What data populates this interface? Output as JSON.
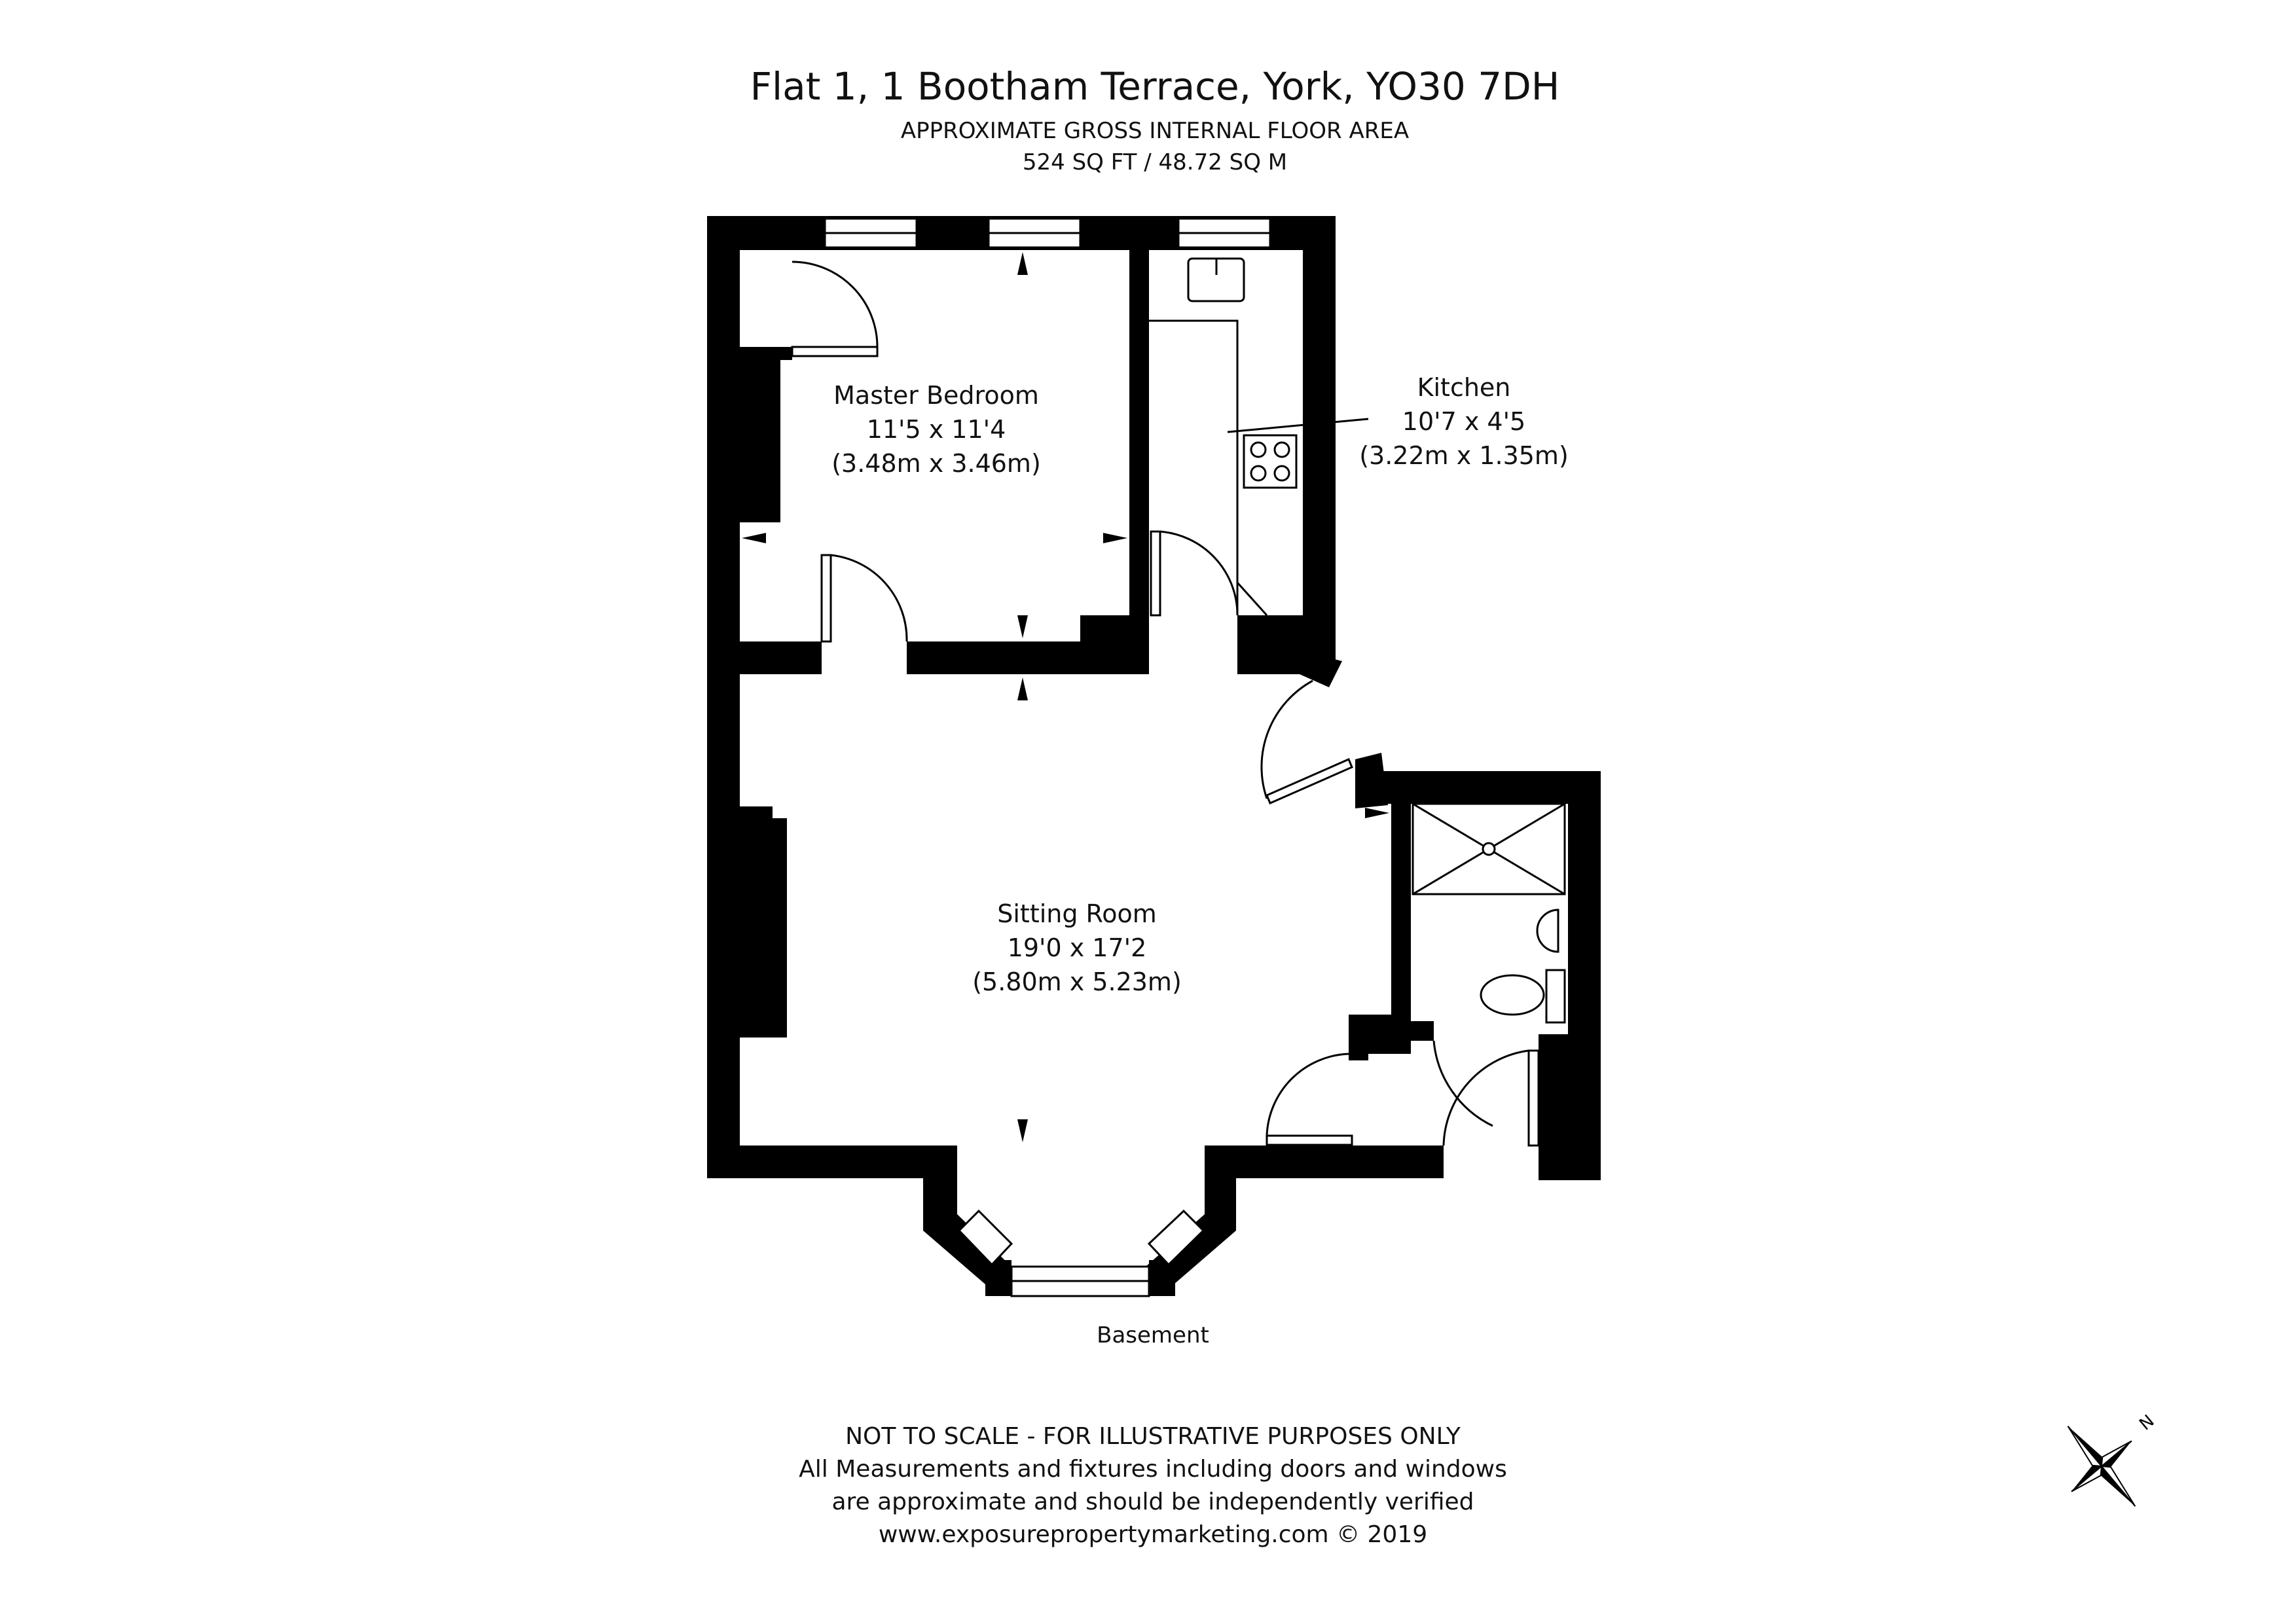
{
  "header": {
    "title": "Flat 1, 1 Bootham Terrace, York, YO30 7DH",
    "area_label": "APPROXIMATE GROSS INTERNAL FLOOR AREA",
    "area_value": "524 SQ FT / 48.72 SQ M"
  },
  "rooms": {
    "master_bedroom": {
      "name": "Master Bedroom",
      "imperial": "11'5 x 11'4",
      "metric": "(3.48m x 3.46m)"
    },
    "kitchen": {
      "name": "Kitchen",
      "imperial": "10'7 x 4'5",
      "metric": "(3.22m x 1.35m)"
    },
    "sitting_room": {
      "name": "Sitting Room",
      "imperial": "19'0 x 17'2",
      "metric": "(5.80m x 5.23m)"
    }
  },
  "floor_label": "Basement",
  "disclaimer": {
    "line1": "NOT TO SCALE - FOR ILLUSTRATIVE PURPOSES ONLY",
    "line2": "All Measurements and fixtures including doors and windows",
    "line3": "are approximate and should be independently verified",
    "line4": "www.exposurepropertymarketing.com © 2019"
  },
  "compass": {
    "north_label": "N"
  },
  "colors": {
    "wall": "#000000",
    "background": "#ffffff",
    "text": "#111111"
  }
}
